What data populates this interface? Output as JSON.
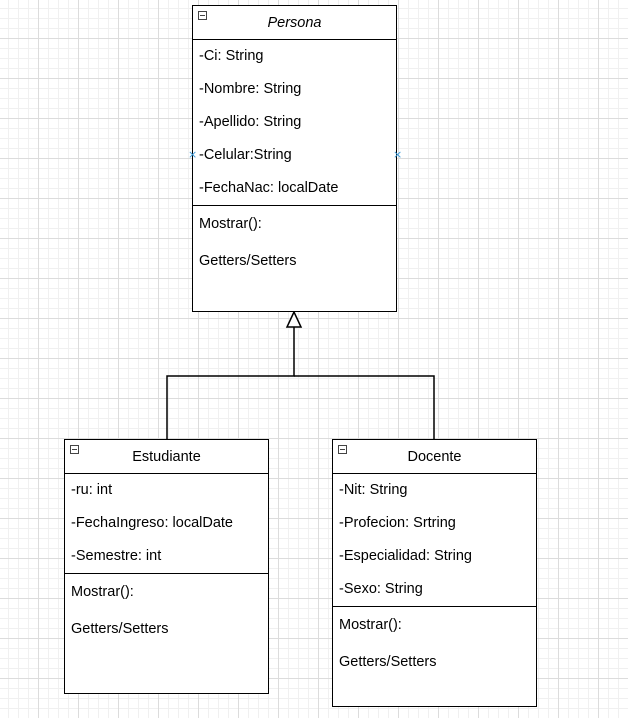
{
  "classes": {
    "persona": {
      "name": "Persona",
      "attributes": [
        "-Ci: String",
        "-Nombre: String",
        "-Apellido: String",
        "-Celular:String",
        "-FechaNac: localDate"
      ],
      "methods": [
        "Mostrar():",
        "Getters/Setters"
      ]
    },
    "estudiante": {
      "name": "Estudiante",
      "attributes": [
        "-ru: int",
        "-FechaIngreso: localDate",
        "-Semestre: int"
      ],
      "methods": [
        "Mostrar():",
        "Getters/Setters"
      ]
    },
    "docente": {
      "name": "Docente",
      "attributes": [
        "-Nit: String",
        "-Profecion: Srtring",
        "-Especialidad: String",
        "-Sexo: String"
      ],
      "methods": [
        "Mostrar():",
        "Getters/Setters"
      ]
    }
  },
  "relations": [
    {
      "type": "inheritance",
      "from": "estudiante",
      "to": "persona"
    },
    {
      "type": "inheritance",
      "from": "docente",
      "to": "persona"
    }
  ],
  "colors": {
    "grid_major": "#dcdcdc",
    "grid_minor": "#f0f0f0",
    "stroke": "#000000",
    "connection_marker": "#3a9ad9"
  },
  "icons": {
    "collapse": "minus-square-icon",
    "connection_point": "x-mark-icon"
  }
}
